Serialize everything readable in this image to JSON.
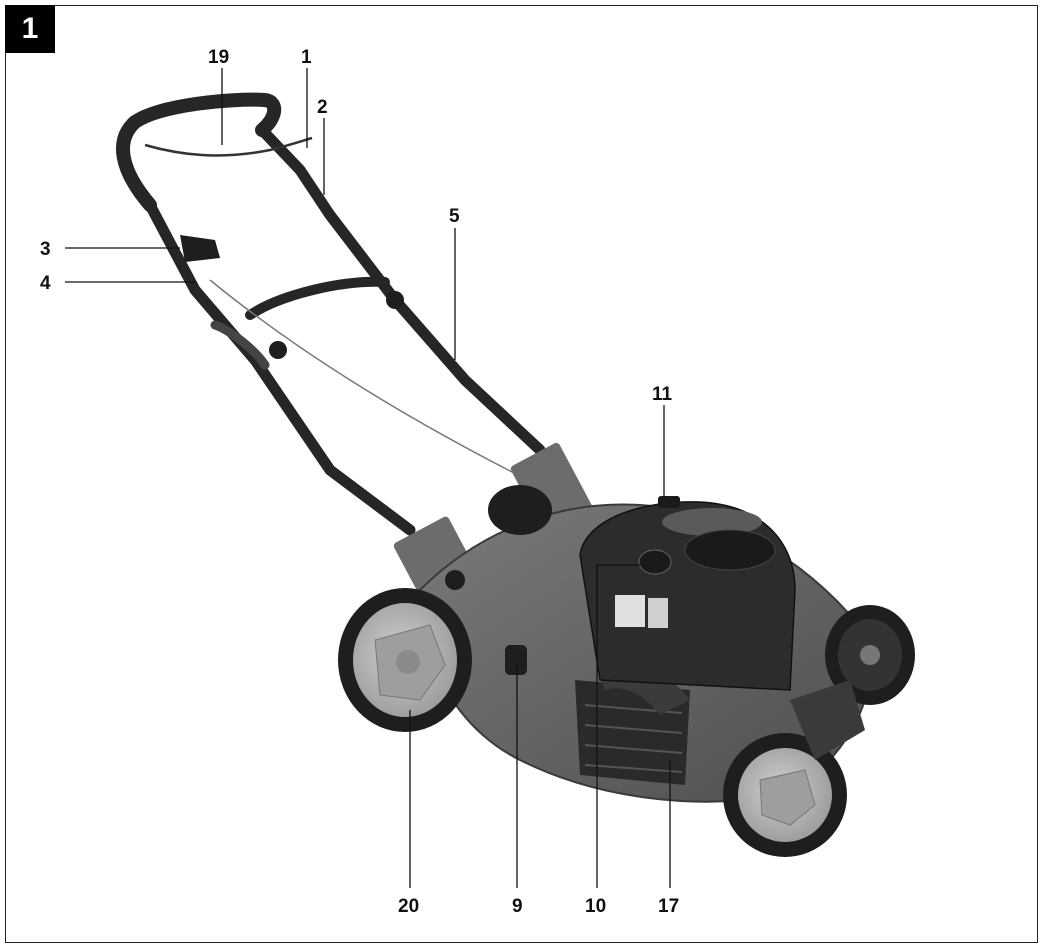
{
  "figure_number": "1",
  "callouts": {
    "c19": "19",
    "c1": "1",
    "c2": "2",
    "c3": "3",
    "c4": "4",
    "c5": "5",
    "c11": "11",
    "c20": "20",
    "c9": "9",
    "c10": "10",
    "c17": "17"
  },
  "colors": {
    "deck": "#6a6a6a",
    "deck_dark": "#4a4a4a",
    "tire": "#1e1e1e",
    "rim": "#b5b5b5",
    "handle": "#262626",
    "engine": "#2c2c2c",
    "leader": "#111111"
  }
}
